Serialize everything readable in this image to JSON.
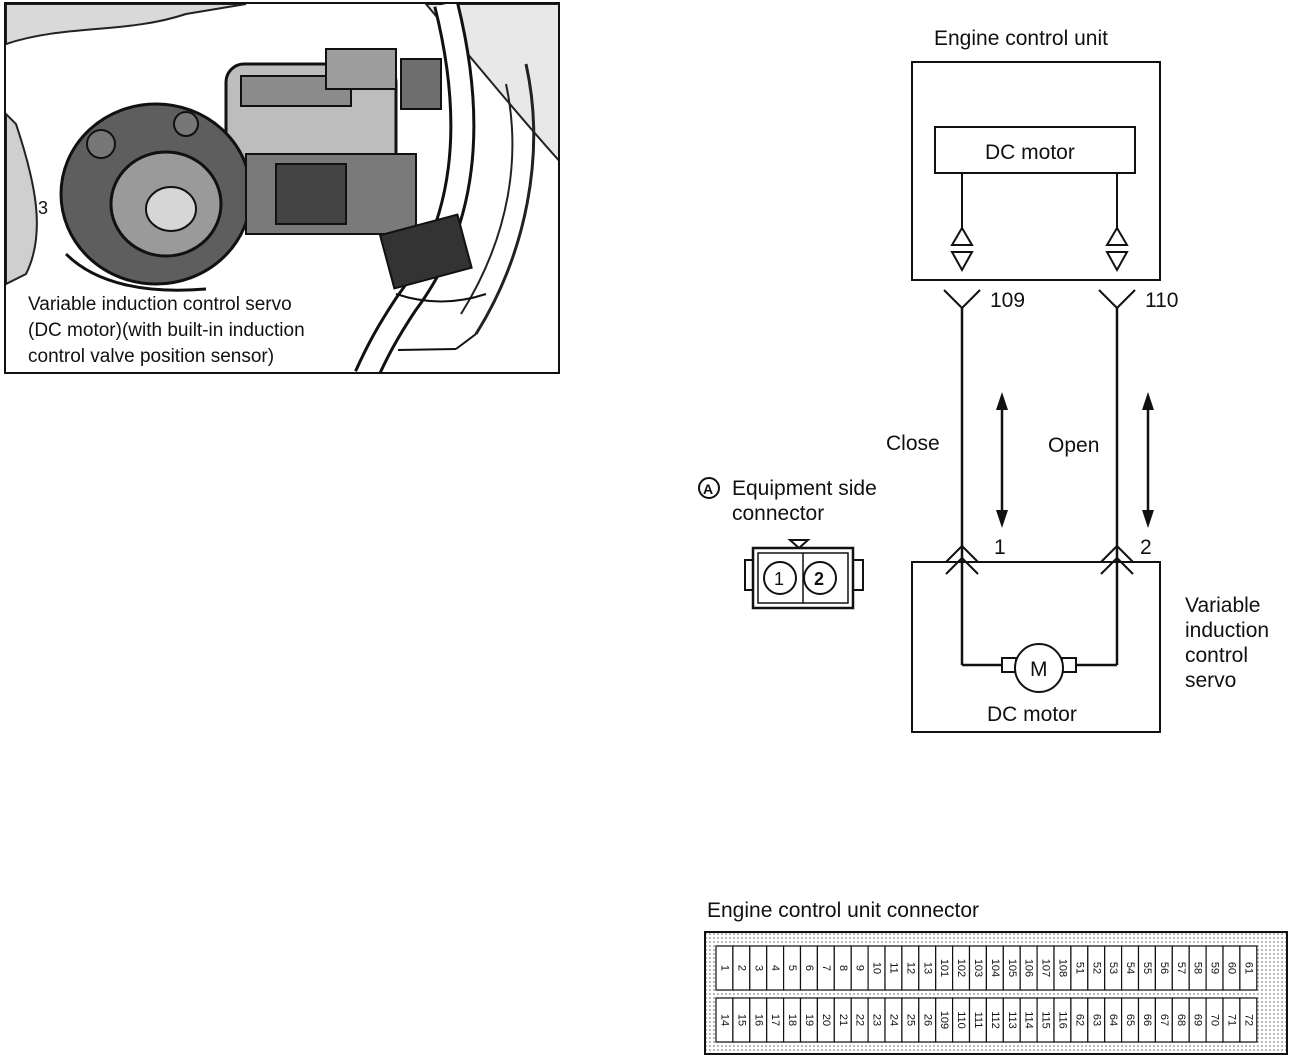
{
  "photo": {
    "caption_lines": [
      "Variable induction control servo",
      "(DC motor)(with built-in induction",
      "control valve position sensor)"
    ],
    "stamp": "3"
  },
  "ecu": {
    "title": "Engine control unit",
    "inner_label": "DC motor",
    "terminal_left": "109",
    "terminal_right": "110"
  },
  "wiring": {
    "close_label": "Close",
    "open_label": "Open"
  },
  "servo": {
    "name_lines": [
      "Variable",
      "induction",
      "control",
      "servo"
    ],
    "motor_label": "DC motor",
    "motor_symbol": "M",
    "pin_left": "1",
    "pin_right": "2"
  },
  "equipment_connector": {
    "marker": "A",
    "title_lines": [
      "Equipment side",
      "connector"
    ],
    "pins": [
      "1",
      "2"
    ]
  },
  "ecu_connector": {
    "title": "Engine control unit connector",
    "top_row": [
      "1",
      "2",
      "3",
      "4",
      "5",
      "6",
      "7",
      "8",
      "9",
      "10",
      "11",
      "12",
      "13",
      "101",
      "102",
      "103",
      "104",
      "105",
      "106",
      "107",
      "108",
      "51",
      "52",
      "53",
      "54",
      "55",
      "56",
      "57",
      "58",
      "59",
      "60",
      "61"
    ],
    "bottom_row": [
      "14",
      "15",
      "16",
      "17",
      "18",
      "19",
      "20",
      "21",
      "22",
      "23",
      "24",
      "25",
      "26",
      "109",
      "110",
      "111",
      "112",
      "113",
      "114",
      "115",
      "116",
      "62",
      "63",
      "64",
      "65",
      "66",
      "67",
      "68",
      "69",
      "70",
      "71",
      "72"
    ]
  }
}
